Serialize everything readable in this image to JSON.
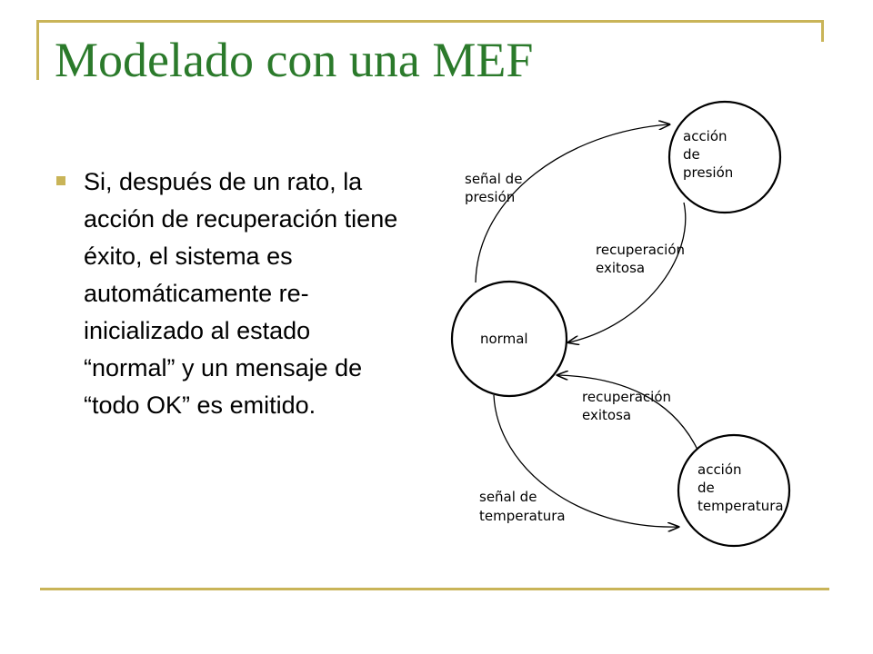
{
  "title": "Modelado con una MEF",
  "bullets": [
    "Si, después de un rato, la acción de recuperación tiene éxito, el sistema es automáticamente re-inicializado al estado “normal” y un mensaje de “todo OK” es emitido."
  ],
  "diagram": {
    "states": {
      "normal": "normal",
      "pressure": [
        "acción",
        "de",
        "presión"
      ],
      "temperature": [
        "acción",
        "de",
        "temperatura"
      ]
    },
    "transitions": {
      "pressure_signal": [
        "señal de",
        "presión"
      ],
      "pressure_recovery": [
        "recuperación",
        "exitosa"
      ],
      "temperature_recovery": [
        "recuperación",
        "exitosa"
      ],
      "temperature_signal": [
        "señal de",
        "temperatura"
      ]
    }
  }
}
